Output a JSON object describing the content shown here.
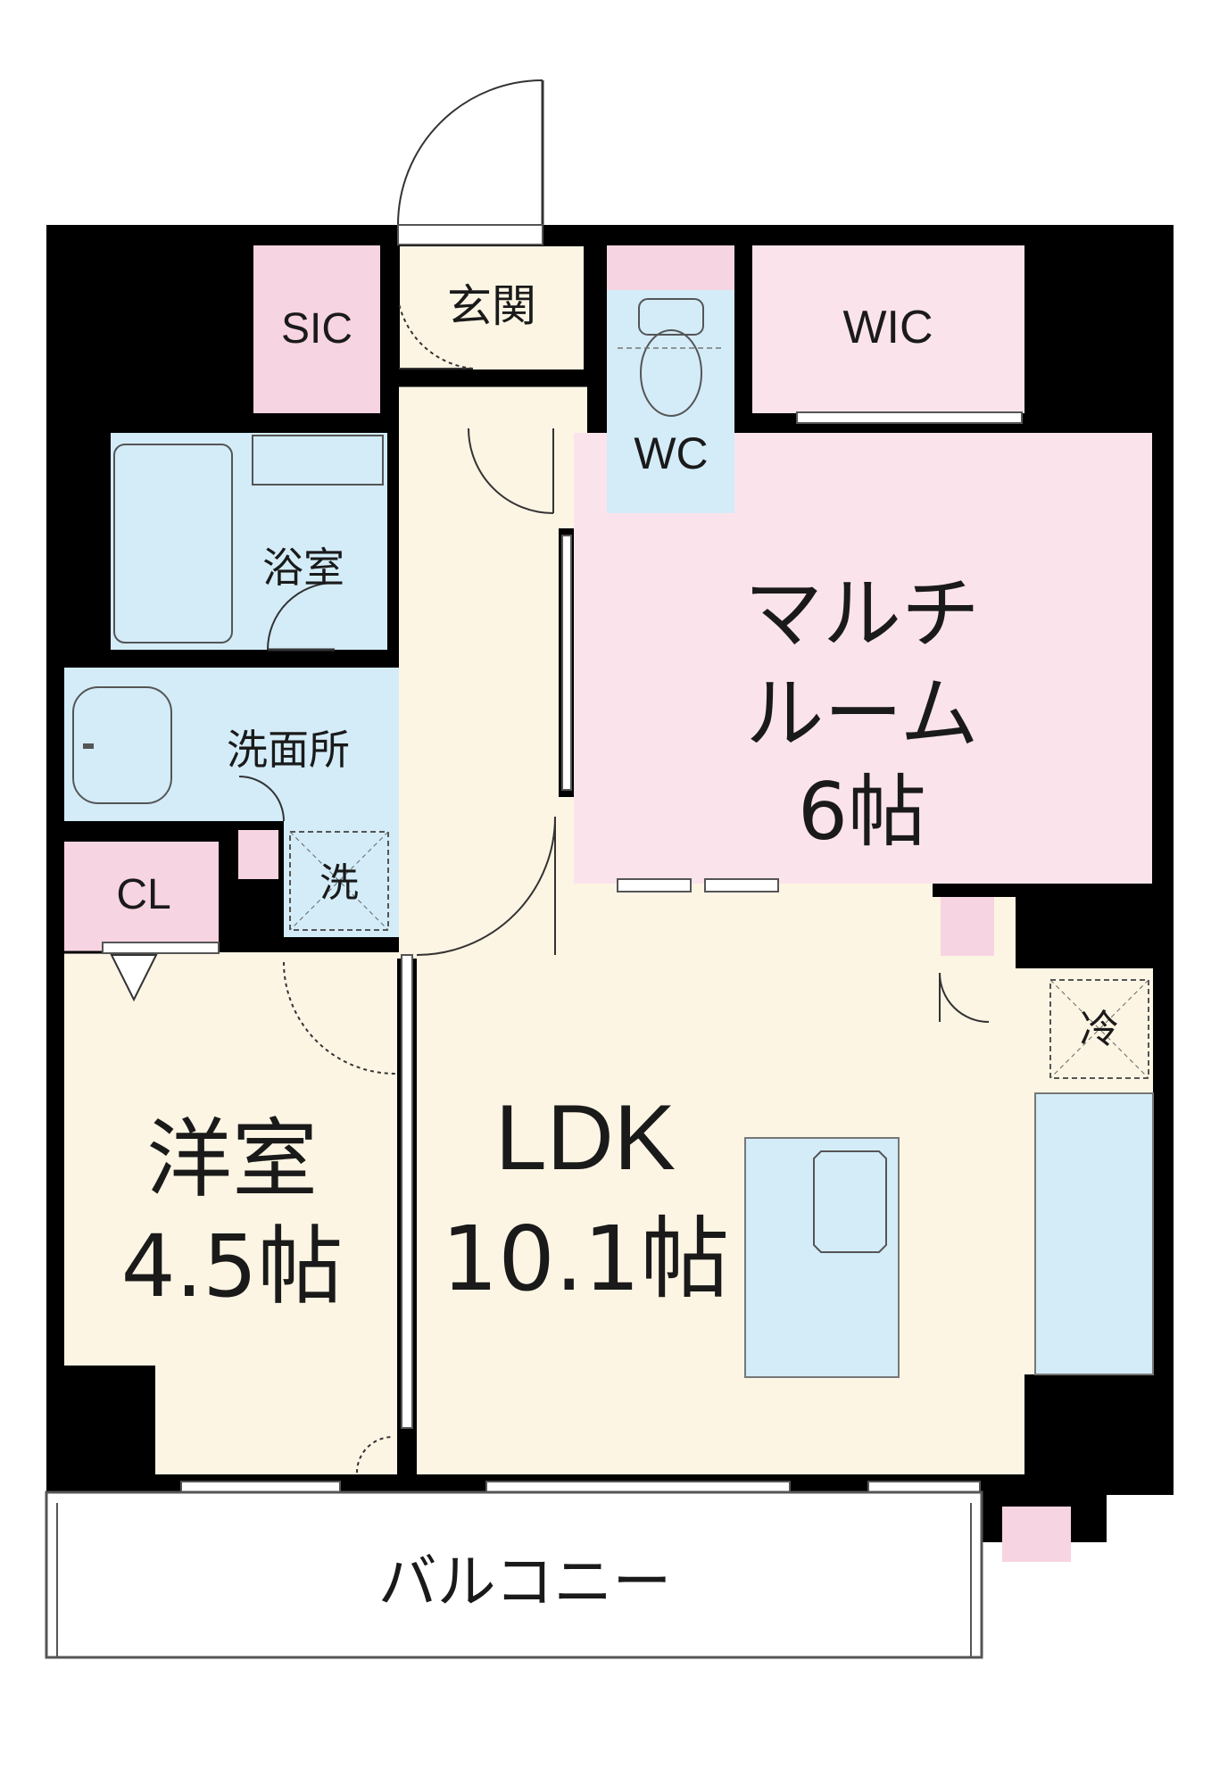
{
  "colors": {
    "wall": "#000000",
    "pink_room": "#fbe3ec",
    "pink_storage": "#f7d4e1",
    "blue_wet": "#d3ecf8",
    "cream_living": "#fdf5e4",
    "line": "#444444"
  },
  "rooms": {
    "sic": "SIC",
    "entrance": "玄関",
    "wc": "WC",
    "wic": "WIC",
    "bath": "浴室",
    "washroom": "洗面所",
    "washer": "洗",
    "cl": "CL",
    "multi_line1": "マルチ",
    "multi_line2": "ルーム",
    "multi_size": "6帖",
    "western_name": "洋室",
    "western_size": "4.5帖",
    "ldk_name": "LDK",
    "ldk_size": "10.1帖",
    "fridge": "冷",
    "balcony": "バルコニー"
  }
}
